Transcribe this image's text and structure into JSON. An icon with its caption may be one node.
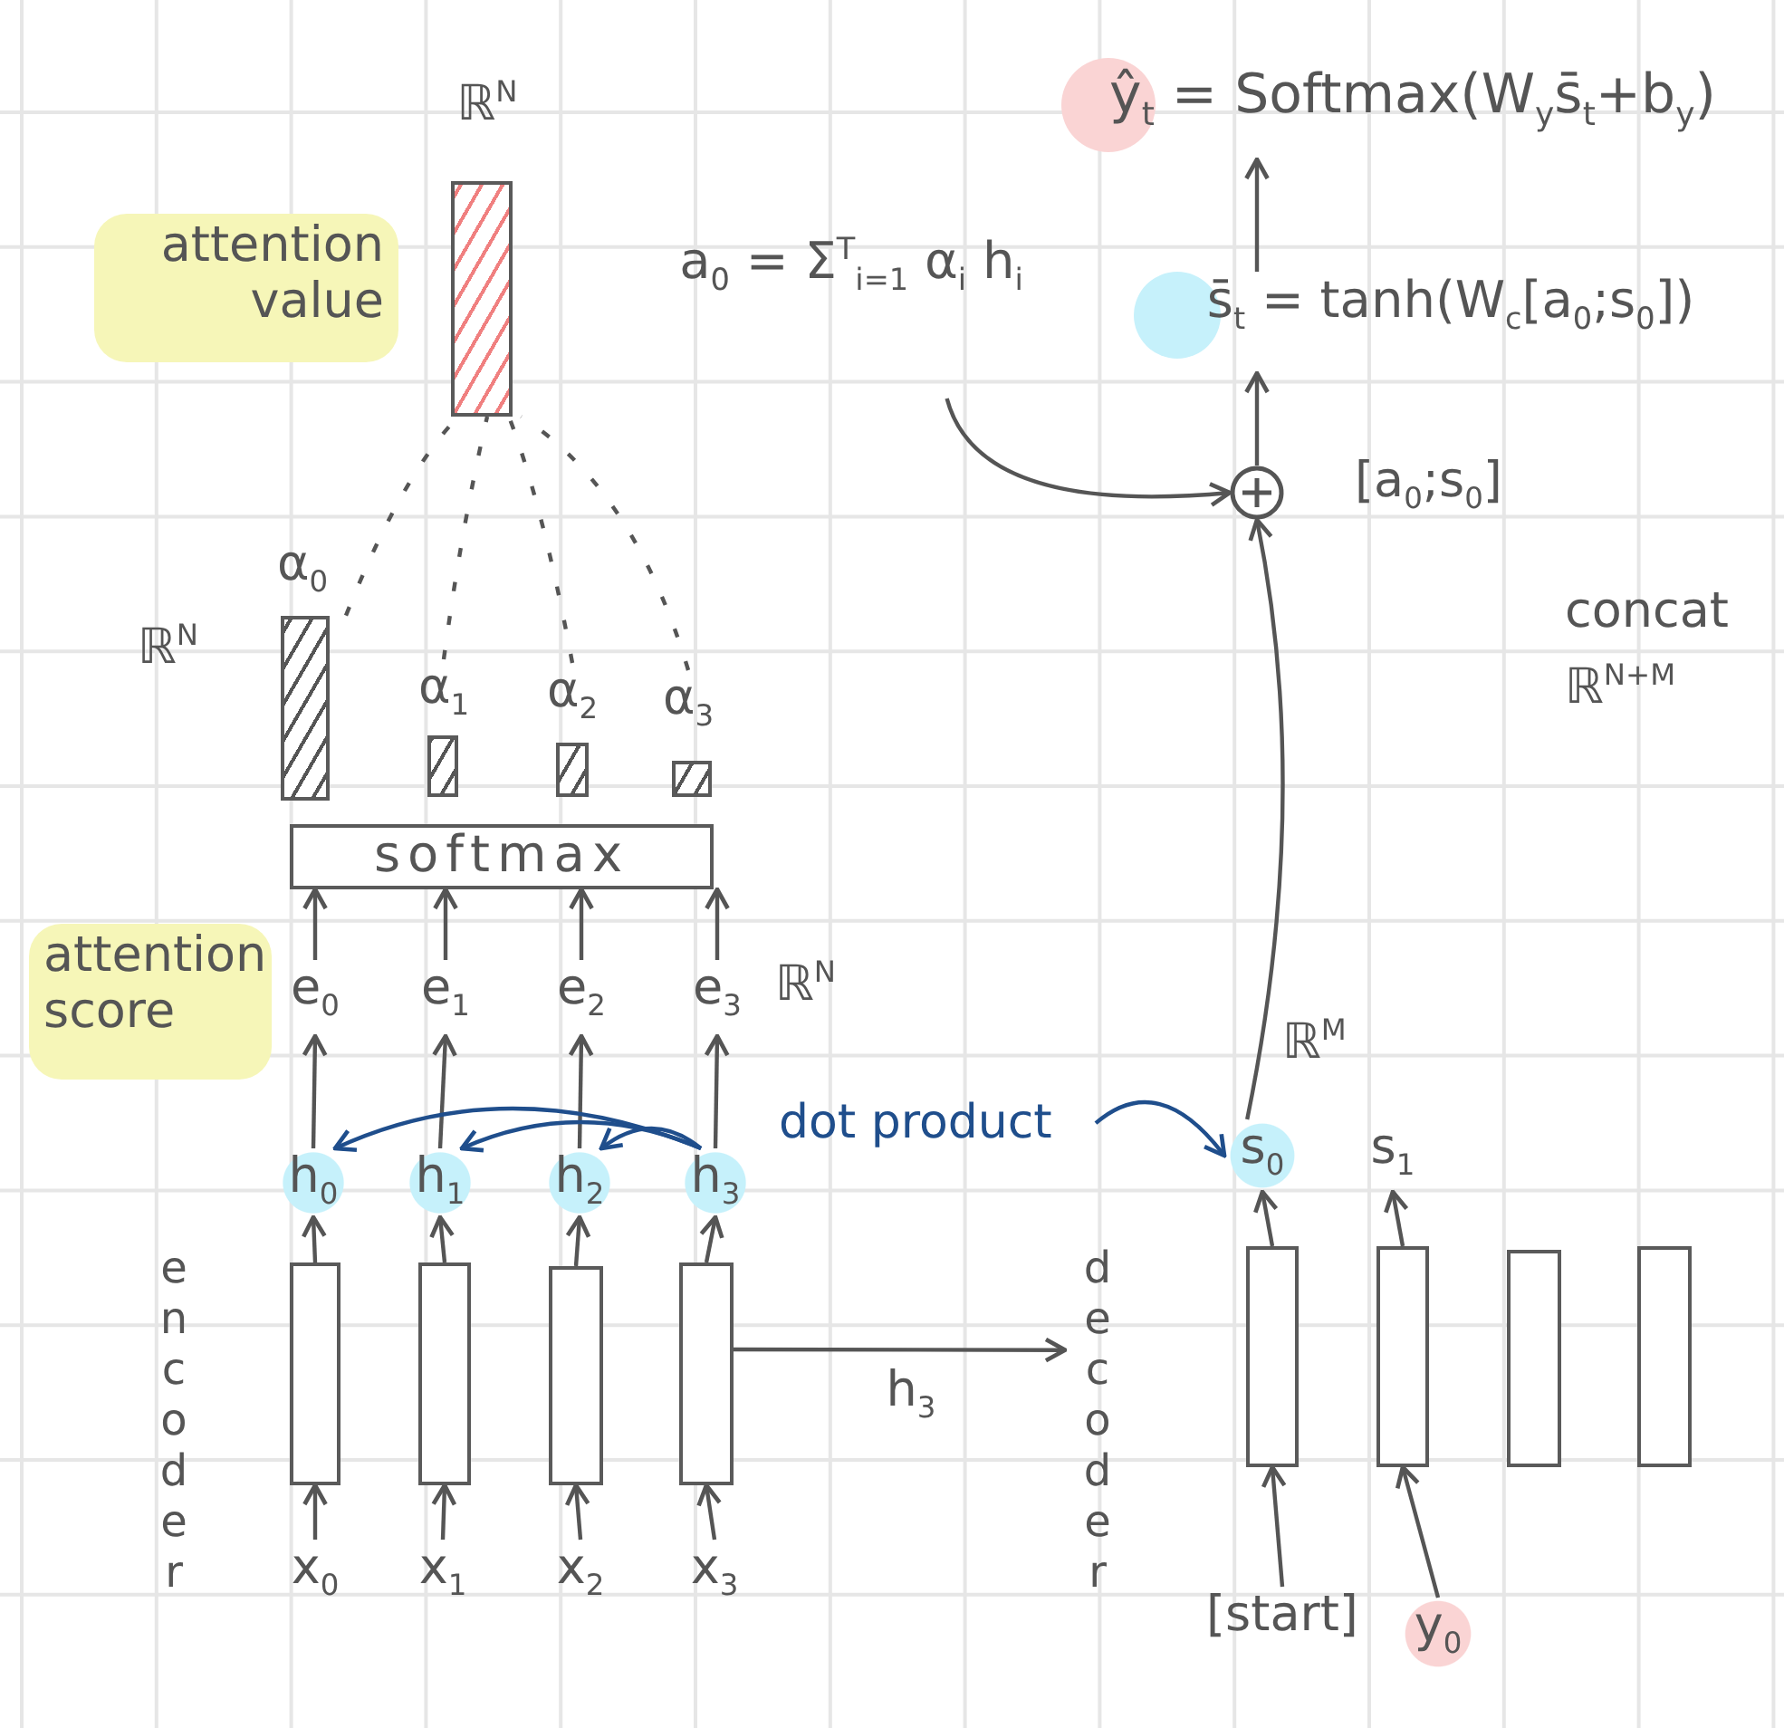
{
  "diagram": {
    "nodes": [
      {
        "text": [
          "ℝ$^{N}$"
        ],
        "beside": [
          "attention value"
        ]
      },
      {
        "text": [
          "ŷ$_{t}$ = Softmax(W$_{y}$s̄$_{t}$+b$_{y}$)"
        ]
      },
      {
        "text": [
          "a$_{0}$ = Σ$^{T}$$_{i=1}$ α$_{i}$ h$_{i}$"
        ]
      },
      {
        "text": [
          "s̄$_{t}$ = tanh(W$_{c}$[a$_{0}$;s$_{0}$])"
        ]
      },
      {
        "text": [],
        "shape": "circle",
        "beside": [
          "[a$_{0}$;s$_{0}$]",
          "concat",
          "ℝ$^{N+M}$"
        ]
      },
      {
        "text": [
          "α$_{0}$"
        ],
        "beside": [
          "ℝ$^{N}$"
        ]
      },
      {
        "text": [
          "α$_{1}$"
        ]
      },
      {
        "text": [
          "α$_{2}$"
        ]
      },
      {
        "text": [
          "α$_{3}$"
        ]
      },
      {
        "text": [
          "softmax"
        ]
      },
      {
        "text": [
          "e$_{0}$"
        ]
      },
      {
        "text": [
          "e$_{1}$"
        ]
      },
      {
        "text": [
          "e$_{2}$"
        ]
      },
      {
        "text": [
          "e$_{3}$"
        ],
        "beside": [
          "ℝ$^{N}$"
        ]
      },
      {
        "text": [
          "h$_{0}$"
        ]
      },
      {
        "text": [
          "h$_{1}$"
        ]
      },
      {
        "text": [
          "h$_{2}$"
        ]
      },
      {
        "text": [
          "h$_{3}$"
        ]
      },
      {
        "text": [
          "s$_{0}$"
        ],
        "beside": [
          "ℝ$^{M}$"
        ]
      },
      {
        "text": [
          "s$_{1}$"
        ]
      },
      {
        "text": [],
        "shape": "box"
      },
      {
        "text": [],
        "shape": "box"
      },
      {
        "text": [],
        "shape": "box"
      },
      {
        "text": [],
        "shape": "box"
      },
      {
        "text": [],
        "shape": "box"
      },
      {
        "text": [],
        "shape": "box"
      },
      {
        "text": [],
        "shape": "box"
      },
      {
        "text": [],
        "shape": "box"
      },
      {
        "text": [
          "x$_{0}$"
        ]
      },
      {
        "text": [
          "x$_{1}$"
        ]
      },
      {
        "text": [
          "x$_{2}$"
        ]
      },
      {
        "text": [
          "x$_{3}$"
        ]
      },
      {
        "text": [
          "[start]"
        ]
      },
      {
        "text": [
          "y$_{0}$"
        ]
      },
      {
        "text": [
          "dot product"
        ]
      },
      {
        "text": [
          "decoder"
        ]
      }
    ],
    "edges": [
      {
        "from": 5,
        "to": 0,
        "arrow": "none",
        "style": "dashed"
      },
      {
        "from": 6,
        "to": 0,
        "arrow": "none",
        "style": "dashed"
      },
      {
        "from": 7,
        "to": 0,
        "arrow": "none",
        "style": "dashed"
      },
      {
        "from": 8,
        "to": 0,
        "arrow": "none",
        "style": "dashed"
      },
      {
        "from": 10,
        "to": 9,
        "arrow": "to"
      },
      {
        "from": 11,
        "to": 9,
        "arrow": "to"
      },
      {
        "from": 12,
        "to": 9,
        "arrow": "to"
      },
      {
        "from": 13,
        "to": 9,
        "arrow": "to"
      },
      {
        "from": 14,
        "to": 10,
        "arrow": "to"
      },
      {
        "from": 15,
        "to": 11,
        "arrow": "to"
      },
      {
        "from": 16,
        "to": 12,
        "arrow": "to"
      },
      {
        "from": 17,
        "to": 13,
        "arrow": "to"
      },
      {
        "from": 17,
        "to": 14,
        "arrow": "to",
        "color": "#1f4e8c"
      },
      {
        "from": 17,
        "to": 15,
        "arrow": "to",
        "color": "#1f4e8c"
      },
      {
        "from": 17,
        "to": 16,
        "arrow": "to",
        "color": "#1f4e8c"
      },
      {
        "from": 20,
        "to": 14,
        "arrow": "to"
      },
      {
        "from": 21,
        "to": 15,
        "arrow": "to"
      },
      {
        "from": 22,
        "to": 16,
        "arrow": "to"
      },
      {
        "from": 23,
        "to": 17,
        "arrow": "to"
      },
      {
        "from": 28,
        "to": 20,
        "arrow": "to"
      },
      {
        "from": 29,
        "to": 21,
        "arrow": "to"
      },
      {
        "from": 30,
        "to": 22,
        "arrow": "to"
      },
      {
        "from": 31,
        "to": 23,
        "arrow": "to"
      },
      {
        "from": 23,
        "to": 35,
        "arrow": "to",
        "label": "h$_{3}$"
      },
      {
        "from": 24,
        "to": 18,
        "arrow": "to"
      },
      {
        "from": 25,
        "to": 19,
        "arrow": "to"
      },
      {
        "from": 32,
        "to": 24,
        "arrow": "to"
      },
      {
        "from": 33,
        "to": 25,
        "arrow": "to"
      },
      {
        "from": 18,
        "to": 4,
        "arrow": "to"
      },
      {
        "from": 2,
        "to": 4,
        "arrow": "to"
      },
      {
        "from": 4,
        "to": 3,
        "arrow": "to"
      },
      {
        "from": 3,
        "to": 1,
        "arrow": "to"
      },
      {
        "from": 34,
        "to": 18,
        "arrow": "to",
        "color": "#1f4e8c"
      }
    ],
    "labels": [
      "attention score",
      "encoder"
    ]
  }
}
